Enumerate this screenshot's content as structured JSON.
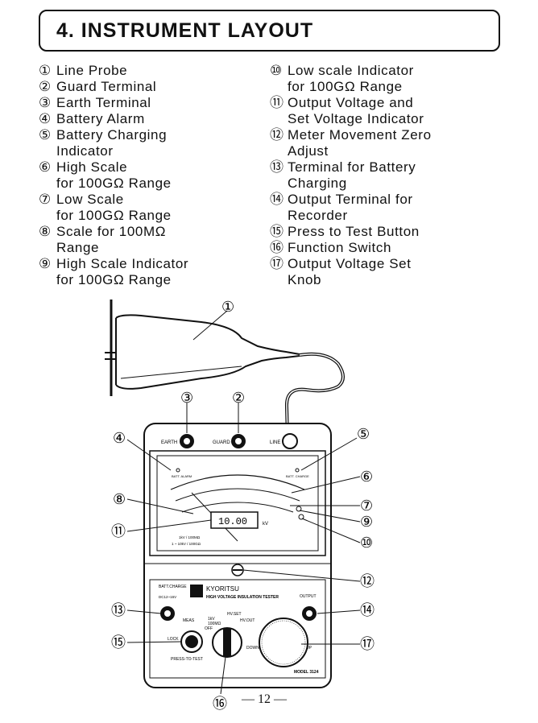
{
  "title": "4.  INSTRUMENT  LAYOUT",
  "items": [
    {
      "num": "①",
      "text": "Line  Probe"
    },
    {
      "num": "②",
      "text": "Guard  Terminal"
    },
    {
      "num": "③",
      "text": "Earth  Terminal"
    },
    {
      "num": "④",
      "text": "Battery  Alarm"
    },
    {
      "num": "⑤",
      "text": "Battery  Charging\nIndicator"
    },
    {
      "num": "⑥",
      "text": "High  Scale\nfor  100GΩ   Range"
    },
    {
      "num": "⑦",
      "text": "Low  Scale\nfor  100GΩ   Range"
    },
    {
      "num": "⑧",
      "text": "Scale  for  100MΩ\nRange"
    },
    {
      "num": "⑨",
      "text": "High   Scale   Indicator\nfor  100GΩ   Range"
    },
    {
      "num": "⑩",
      "text": "Low  scale  Indicator\nfor  100GΩ  Range"
    },
    {
      "num": "⑪",
      "text": "Output  Voltage  and\nSet  Voltage  Indicator"
    },
    {
      "num": "⑫",
      "text": "Meter  Movement  Zero\nAdjust"
    },
    {
      "num": "⑬",
      "text": "Terminal  for  Battery\nCharging"
    },
    {
      "num": "⑭",
      "text": "Output  Terminal  for\nRecorder"
    },
    {
      "num": "⑮",
      "text": "Press  to  Test  Button"
    },
    {
      "num": "⑯",
      "text": "Function  Switch"
    },
    {
      "num": "⑰",
      "text": "Output  Voltage  Set\nKnob"
    }
  ],
  "diagram": {
    "callouts": [
      "①",
      "②",
      "③",
      "④",
      "⑤",
      "⑥",
      "⑦",
      "⑧",
      "⑨",
      "⑩",
      "⑪",
      "⑫",
      "⑬",
      "⑭",
      "⑮",
      "⑯",
      "⑰"
    ],
    "labels": {
      "earth": "EARTH",
      "guard": "GUARD",
      "line": "LINE",
      "batt_alarm": "BATT. ALARM",
      "batt_charge": "BATT. CHARGE",
      "display": "10.00",
      "kv": "kV",
      "range_line1": "1kV / 100MΩ",
      "range_line2": "1 ~ 10kV / 100GΩ",
      "batt_charge_panel": "BATT.CHARGE",
      "dc_rating": "DC12~16V",
      "brand": "KYORITSU",
      "subtitle": "HIGH VOLTAGE INSULATION TESTER",
      "output": "OUTPUT",
      "meas": "MEAS",
      "lock": "LOCK",
      "press_to_test": "PRESS-TO-TEST",
      "sw_1kv": "1kV",
      "sw_100m": "100MΩ",
      "sw_hvset": "HV.SET",
      "sw_hvout": "HV.OUT",
      "sw_off": "OFF",
      "down": "DOWN",
      "up": "UP",
      "model": "MODEL 3124"
    }
  },
  "page_number": "— 12 —"
}
